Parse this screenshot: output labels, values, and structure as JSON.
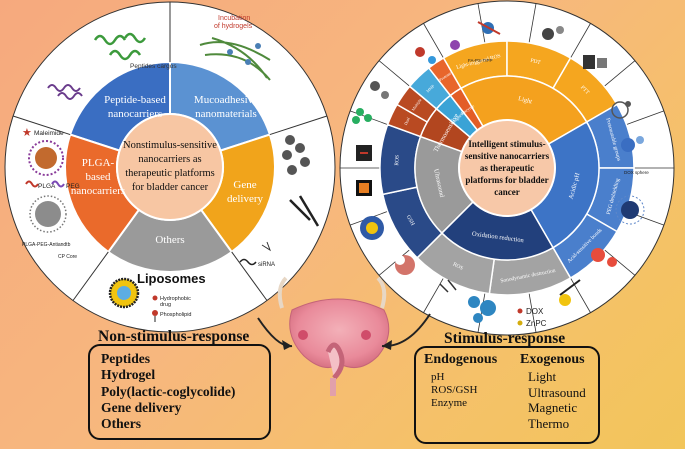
{
  "left_wheel": {
    "center": [
      "Nonstimulus-sensitive",
      "nanocarriers as",
      "therapeutic platforms",
      "for bladder cancer"
    ],
    "sectors": [
      {
        "lines": [
          "Peptide-based",
          "nanocarriers"
        ],
        "color": "#3a6ec2"
      },
      {
        "lines": [
          "Mucoadhesive",
          "nanomaterials"
        ],
        "color": "#5b92d2"
      },
      {
        "lines": [
          "Gene",
          "delivery"
        ],
        "color": "#f1a41b"
      },
      {
        "lines": [
          "Others"
        ],
        "color": "#9a9a9a"
      },
      {
        "lines": [
          "PLGA-",
          "based",
          "nanocarriers"
        ],
        "color": "#ea6a2b"
      }
    ],
    "outer_labels": {
      "peptides_cargos": "Peptides cargos",
      "hydrogels": [
        "Incubation",
        "of hydrogels"
      ],
      "maleimide": "Maleimide",
      "plga": "PLGA",
      "peg": "PEG",
      "plga_peg_ab": "PLGA-PEG-Antiandtb",
      "cp_core": "CP Core",
      "liposomes": "Liposomes",
      "hydrophobic_drug": [
        "Hydrophobic",
        "drug"
      ],
      "phospholipid": "Phospholipid",
      "sirna": "siRNA"
    }
  },
  "right_wheel": {
    "center": [
      "Intelligent stimulus-",
      "sensitive nanocarriers",
      "as therapeutic",
      "platforms for bladder",
      "cancer"
    ],
    "inner": [
      {
        "label": "Light",
        "color": "#f4a11e"
      },
      {
        "label": "Acidic pH",
        "color": "#3d74c6"
      },
      {
        "label": "Ultrasound",
        "color": "#9a9a9a"
      },
      {
        "label": "Oxidation reduction",
        "color": "#22407c"
      },
      {
        "label": "Thermosensitive",
        "color": "#b2461f"
      },
      {
        "label": "Magnetic",
        "color": "#3aa3d6"
      },
      {
        "label": "Enzyme",
        "color": "#e35d27"
      }
    ],
    "middle": [
      {
        "label": "Light-triggered ROS",
        "color": "#f5a61f"
      },
      {
        "label": "PDT",
        "color": "#f5a61f"
      },
      {
        "label": "PTT",
        "color": "#f5a61f"
      },
      {
        "label": "Protonatable groups",
        "color": "#4a7fcc"
      },
      {
        "label": "PEG deshielding",
        "color": "#4a7fcc"
      },
      {
        "label": "Acid-sensitive bonds",
        "color": "#4a7fcc"
      },
      {
        "label": "Sonodynamic destruction",
        "color": "#a3a3a3"
      },
      {
        "label": "ROS",
        "color": "#a3a3a3"
      },
      {
        "label": "GSH",
        "color": "#2a4a88"
      },
      {
        "label": "ROS",
        "color": "#2a4a88"
      },
      {
        "label": "Dual",
        "color": "#b94a22"
      },
      {
        "label": "Multiple",
        "color": "#b94a22"
      },
      {
        "label": "MMP",
        "color": "#47a9da"
      },
      {
        "label": "Protease",
        "color": "#e8662c"
      }
    ],
    "outer_labels": {
      "dox": "DOX",
      "znpc": "ZnPC",
      "dox_sphere": "DOX sphere",
      "fa_ps": "FA-PS-TIPP"
    }
  },
  "titles": {
    "left": "Non-stimulus-response",
    "right": "Stimulus-response"
  },
  "left_box": {
    "items": [
      "Peptides",
      "Hydrogel",
      "Poly(lactic-coglycolide)",
      "Gene delivery",
      "Others"
    ]
  },
  "right_box": {
    "endogenous_head": "Endogenous",
    "endogenous_items": [
      "pH",
      "ROS/GSH",
      "Enzyme"
    ],
    "exogenous_head": "Exogenous",
    "exogenous_items": [
      "Light",
      "Ultrasound",
      "Magnetic",
      "Thermo"
    ]
  }
}
